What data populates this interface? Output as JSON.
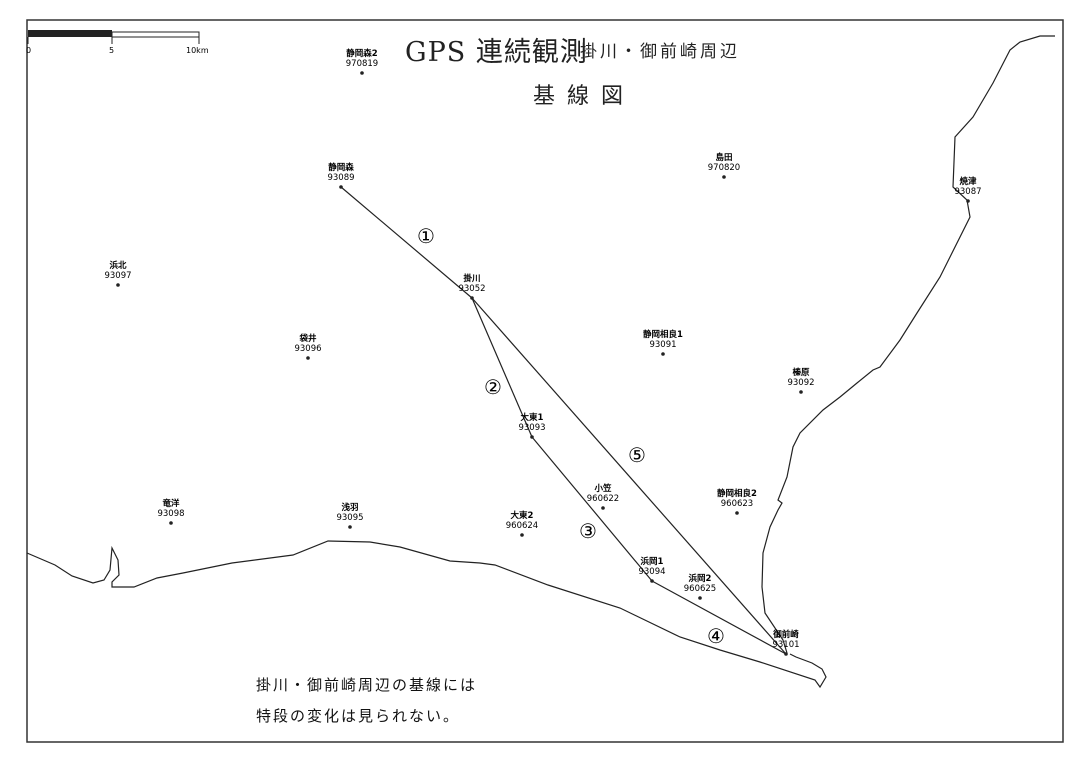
{
  "title": "GPS 連続観測",
  "subtitle": "掛川・御前崎周辺",
  "subtitle2": "基線図",
  "scale_bar": {
    "labels": [
      "0",
      "5",
      "10km"
    ]
  },
  "stations": [
    {
      "name": "静岡森2",
      "code": "970819"
    },
    {
      "name": "静岡森",
      "code": "93089"
    },
    {
      "name": "島田",
      "code": "970820"
    },
    {
      "name": "焼津",
      "code": "93087"
    },
    {
      "name": "浜北",
      "code": "93097"
    },
    {
      "name": "掛川",
      "code": "93052"
    },
    {
      "name": "袋井",
      "code": "93096"
    },
    {
      "name": "静岡相良1",
      "code": "93091"
    },
    {
      "name": "榛原",
      "code": "93092"
    },
    {
      "name": "大東1",
      "code": "93093"
    },
    {
      "name": "小笠",
      "code": "960622"
    },
    {
      "name": "静岡相良2",
      "code": "960623"
    },
    {
      "name": "竜洋",
      "code": "93098"
    },
    {
      "name": "浅羽",
      "code": "93095"
    },
    {
      "name": "大東2",
      "code": "960624"
    },
    {
      "name": "浜岡1",
      "code": "93094"
    },
    {
      "name": "浜岡2",
      "code": "960625"
    },
    {
      "name": "御前崎",
      "code": "93101"
    }
  ],
  "baselines": [
    {
      "label": "①",
      "from": "静岡森",
      "to": "掛川"
    },
    {
      "label": "②",
      "from": "掛川",
      "to": "大東1"
    },
    {
      "label": "③",
      "from": "大東1",
      "to": "浜岡1"
    },
    {
      "label": "④",
      "from": "浜岡1",
      "to": "御前崎"
    },
    {
      "label": "⑤",
      "from": "掛川",
      "to": "御前崎"
    }
  ],
  "note": [
    "掛川・御前崎周辺の基線には",
    "特段の変化は見られない。"
  ],
  "colors": {
    "ink": "#222222",
    "paper": "#ffffff"
  }
}
